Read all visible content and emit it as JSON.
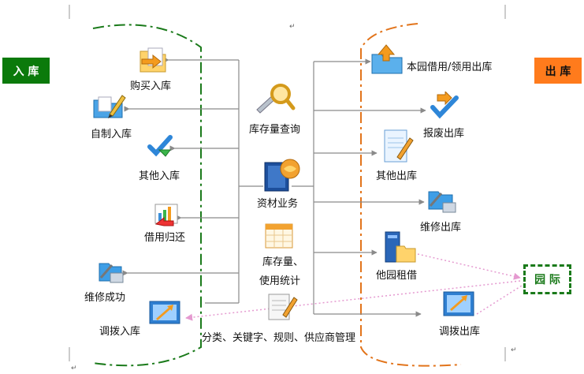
{
  "inbound_box": "入 库",
  "outbound_box": "出 库",
  "yuanji_box": "园 际",
  "inbound": [
    {
      "label": "购买入库",
      "icon": "folder-arrow-icon"
    },
    {
      "label": "自制入库",
      "icon": "folder-pen-icon"
    },
    {
      "label": "其他入库",
      "icon": "check-arrow-icon"
    },
    {
      "label": "借用归还",
      "icon": "chart-return-icon"
    },
    {
      "label": "维修成功",
      "icon": "repair-tools-icon"
    },
    {
      "label": "调拨入库",
      "icon": "transfer-in-icon"
    }
  ],
  "center": [
    {
      "label": "库存量查询",
      "icon": "magnifier-icon"
    },
    {
      "label": "资材业务",
      "icon": "book-globe-icon"
    },
    {
      "label": "库存量、",
      "icon": "calendar-icon"
    },
    {
      "label": "使用统计",
      "icon": ""
    },
    {
      "label": "分类、关键字、规则、供应商管理",
      "icon": "notepad-icon"
    }
  ],
  "outbound": [
    {
      "label": "本园借用/领用出库",
      "icon": "folder-up-icon"
    },
    {
      "label": "报废出库",
      "icon": "check-arrow-out-icon"
    },
    {
      "label": "其他出库",
      "icon": "document-pen-icon"
    },
    {
      "label": "维修出库",
      "icon": "repair-tools-out-icon"
    },
    {
      "label": "他园租借",
      "icon": "server-folder-icon"
    },
    {
      "label": "调拨出库",
      "icon": "transfer-out-icon"
    }
  ],
  "colors": {
    "inbound": "#0b7a0b",
    "outbound": "#ff7b1c",
    "dash_green": "#1a7a1a",
    "dash_orange": "#e2741b",
    "connector": "#8a8a8a",
    "pink_arrow": "#e59ad0"
  },
  "paragraph_mark": "↵"
}
